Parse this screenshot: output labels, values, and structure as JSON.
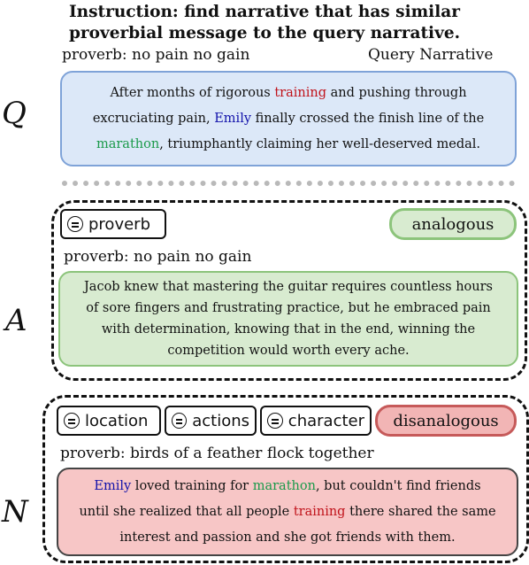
{
  "title_line1": "Instruction: find narrative that has similar",
  "title_line2": "proverbial message to the query narrative.",
  "query": {
    "letter": "Q",
    "proverb": "proverb: no pain no gain",
    "label": "Query Narrative",
    "text": {
      "l1a": "After months of rigorous ",
      "l1b": "training",
      "l1c": " and pushing through",
      "l2a": "excruciating pain, ",
      "l2b": "Emily",
      "l2c": " finally crossed the finish line of the",
      "l3a": "marathon",
      "l3b": ", triumphantly claiming her well-deserved medal."
    }
  },
  "analogous": {
    "letter": "A",
    "tag": "proverb",
    "pill": "analogous",
    "proverb": "proverb: no pain no gain",
    "text": {
      "l1": "Jacob knew that mastering the guitar requires countless hours",
      "l2": "of sore fingers and frustrating practice, but he embraced pain",
      "l3": "with determination, knowing that in the end, winning the",
      "l4": "competition would worth every ache."
    }
  },
  "disanalogous": {
    "letter": "N",
    "tags": [
      "location",
      "actions",
      "character"
    ],
    "pill": "disanalogous",
    "proverb": "proverb: birds of a feather flock together",
    "text": {
      "l1a": "Emily",
      "l1b": " loved training for ",
      "l1c": "marathon",
      "l1d": ", but couldn't find friends",
      "l2a": "until she realized that all people ",
      "l2b": "training",
      "l2c": " there shared the same",
      "l3": "interest and passion and she got friends with them."
    }
  },
  "colors": {
    "query_fill": "#dce8f8",
    "analogous_fill": "#d8ebd0",
    "disanalogous_fill": "#f7c6c6",
    "highlight_red": "#c0121a",
    "highlight_blue": "#1111aa",
    "highlight_green": "#1a9a4a"
  }
}
